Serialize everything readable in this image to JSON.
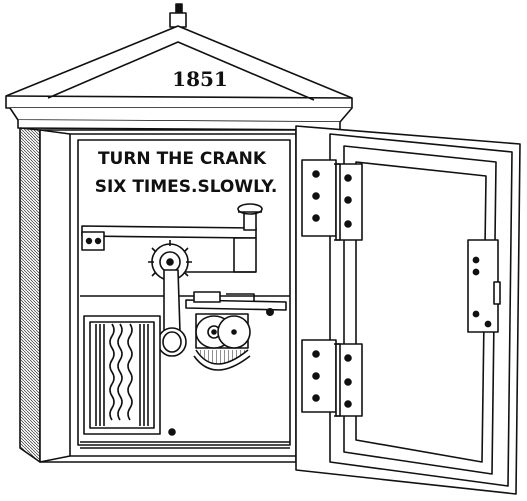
{
  "pediment": {
    "year": "1851"
  },
  "instructions": {
    "line1": "TURN THE CRANK",
    "line2": "SIX TIMES.SLOWLY."
  },
  "colors": {
    "ink": "#111111",
    "paper": "#ffffff"
  }
}
